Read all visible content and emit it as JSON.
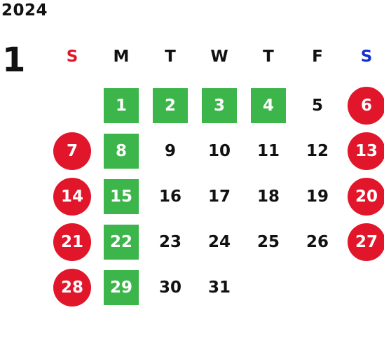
{
  "calendar": {
    "year": "2024",
    "month": "1",
    "colors": {
      "sunday_header": "#e2162b",
      "saturday_header": "#1430c8",
      "weekday_header": "#111111",
      "weekend_circle": "#e2162b",
      "holiday_square": "#3cb54a"
    },
    "weekdays": [
      {
        "label": "S",
        "color": "#e2162b"
      },
      {
        "label": "M",
        "color": "#111111"
      },
      {
        "label": "T",
        "color": "#111111"
      },
      {
        "label": "W",
        "color": "#111111"
      },
      {
        "label": "T",
        "color": "#111111"
      },
      {
        "label": "F",
        "color": "#111111"
      },
      {
        "label": "S",
        "color": "#1430c8"
      }
    ],
    "weeks": [
      [
        {
          "day": "",
          "style": "empty"
        },
        {
          "day": "1",
          "style": "green"
        },
        {
          "day": "2",
          "style": "green"
        },
        {
          "day": "3",
          "style": "green"
        },
        {
          "day": "4",
          "style": "green"
        },
        {
          "day": "5",
          "style": "plain"
        },
        {
          "day": "6",
          "style": "red"
        }
      ],
      [
        {
          "day": "7",
          "style": "red"
        },
        {
          "day": "8",
          "style": "green"
        },
        {
          "day": "9",
          "style": "plain"
        },
        {
          "day": "10",
          "style": "plain"
        },
        {
          "day": "11",
          "style": "plain"
        },
        {
          "day": "12",
          "style": "plain"
        },
        {
          "day": "13",
          "style": "red"
        }
      ],
      [
        {
          "day": "14",
          "style": "red"
        },
        {
          "day": "15",
          "style": "green"
        },
        {
          "day": "16",
          "style": "plain"
        },
        {
          "day": "17",
          "style": "plain"
        },
        {
          "day": "18",
          "style": "plain"
        },
        {
          "day": "19",
          "style": "plain"
        },
        {
          "day": "20",
          "style": "red"
        }
      ],
      [
        {
          "day": "21",
          "style": "red"
        },
        {
          "day": "22",
          "style": "green"
        },
        {
          "day": "23",
          "style": "plain"
        },
        {
          "day": "24",
          "style": "plain"
        },
        {
          "day": "25",
          "style": "plain"
        },
        {
          "day": "26",
          "style": "plain"
        },
        {
          "day": "27",
          "style": "red"
        }
      ],
      [
        {
          "day": "28",
          "style": "red"
        },
        {
          "day": "29",
          "style": "green"
        },
        {
          "day": "30",
          "style": "plain"
        },
        {
          "day": "31",
          "style": "plain"
        },
        {
          "day": "",
          "style": "empty"
        },
        {
          "day": "",
          "style": "empty"
        },
        {
          "day": "",
          "style": "empty"
        }
      ]
    ]
  }
}
